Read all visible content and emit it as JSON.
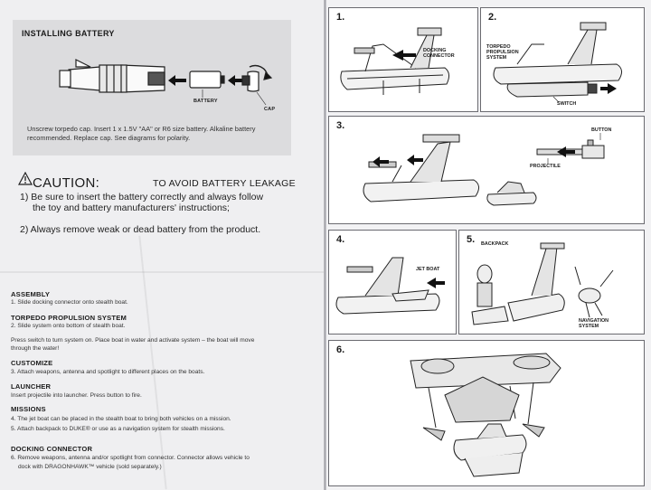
{
  "battery_box": {
    "title": "INSTALLING BATTERY",
    "labels": {
      "battery": "BATTERY",
      "cap": "CAP"
    },
    "instructions": [
      "Unscrew torpedo cap. Insert 1 x 1.5V \"AA\" or R6 size battery. Alkaline battery",
      "recommended. Replace cap. See diagrams for polarity."
    ]
  },
  "caution": {
    "heading": "CAUTION:",
    "subheading": "TO AVOID BATTERY LEAKAGE",
    "items": [
      "1) Be sure to insert the battery correctly and always follow",
      "the toy and battery manufacturers' instructions;",
      "2) Always remove weak or dead battery from the product."
    ]
  },
  "sections": [
    {
      "heading": "ASSEMBLY",
      "lines": [
        "1. Slide docking connector onto stealth boat."
      ]
    },
    {
      "heading": "TORPEDO PROPULSION SYSTEM",
      "lines": [
        "2. Slide system onto bottom of stealth boat.",
        "Press switch to turn system on. Place boat in water and activate system – the boat will move",
        "through the water!"
      ]
    },
    {
      "heading": "CUSTOMIZE",
      "lines": [
        "3. Attach weapons, antenna and spotlight to different places on the boats."
      ]
    },
    {
      "heading": "LAUNCHER",
      "lines": [
        "Insert projectile into launcher. Press button to fire."
      ]
    },
    {
      "heading": "MISSIONS",
      "lines": [
        "4. The jet boat can be placed in the stealth boat to bring both vehicles on a mission.",
        "5. Attach backpack to DUKE® or use as a navigation system for stealth missions."
      ]
    },
    {
      "heading": "DOCKING CONNECTOR",
      "lines": [
        "6. Remove weapons, antenna and/or spotlight from connector. Connector allows vehicle to",
        "dock with DRAGONHAWK™ vehicle (sold separately.)"
      ]
    }
  ],
  "panels": {
    "p1": {
      "number": "1.",
      "labels": [
        "DOCKING",
        "CONNECTOR"
      ]
    },
    "p2": {
      "number": "2.",
      "labels": [
        "TORPEDO",
        "PROPULSION",
        "SYSTEM"
      ],
      "switch": "SWITCH"
    },
    "p3": {
      "number": "3.",
      "button": "BUTTON",
      "projectile": "PROJECTILE"
    },
    "p4": {
      "number": "4.",
      "jet_boat": "JET BOAT"
    },
    "p5": {
      "number": "5.",
      "backpack": "BACKPACK",
      "nav": [
        "NAVIGATION",
        "SYSTEM"
      ]
    },
    "p6": {
      "number": "6."
    }
  }
}
